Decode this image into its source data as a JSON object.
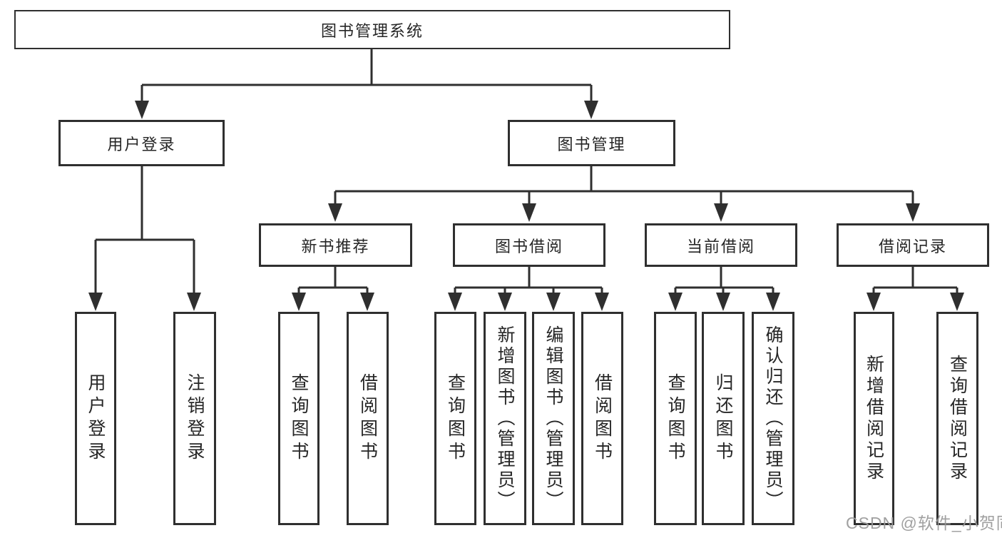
{
  "meta": {
    "diagram_type": "tree"
  },
  "colors": {
    "background": "#ffffff",
    "line": "#2f2f2f",
    "box_border": "#2f2f2f",
    "text": "#262626",
    "watermark": "#999999"
  },
  "watermark": "CSDN @软件_小贺同学",
  "tree": {
    "root": {
      "label": "图书管理系统"
    },
    "branches": [
      {
        "label": "用户登录",
        "children": [
          {
            "label": "用户登录"
          },
          {
            "label": "注销登录"
          }
        ]
      },
      {
        "label": "图书管理",
        "groups": [
          {
            "label": "新书推荐",
            "children": [
              {
                "label": "查询图书"
              },
              {
                "label": "借阅图书"
              }
            ]
          },
          {
            "label": "图书借阅",
            "children": [
              {
                "label": "查询图书"
              },
              {
                "label": "新增图书（管理员）"
              },
              {
                "label": "编辑图书（管理员）"
              },
              {
                "label": "借阅图书"
              }
            ]
          },
          {
            "label": "当前借阅",
            "children": [
              {
                "label": "查询图书"
              },
              {
                "label": "归还图书"
              },
              {
                "label": "确认归还（管理员）"
              }
            ]
          },
          {
            "label": "借阅记录",
            "children": [
              {
                "label": "新增借阅记录"
              },
              {
                "label": "查询借阅记录"
              }
            ]
          }
        ]
      }
    ]
  }
}
